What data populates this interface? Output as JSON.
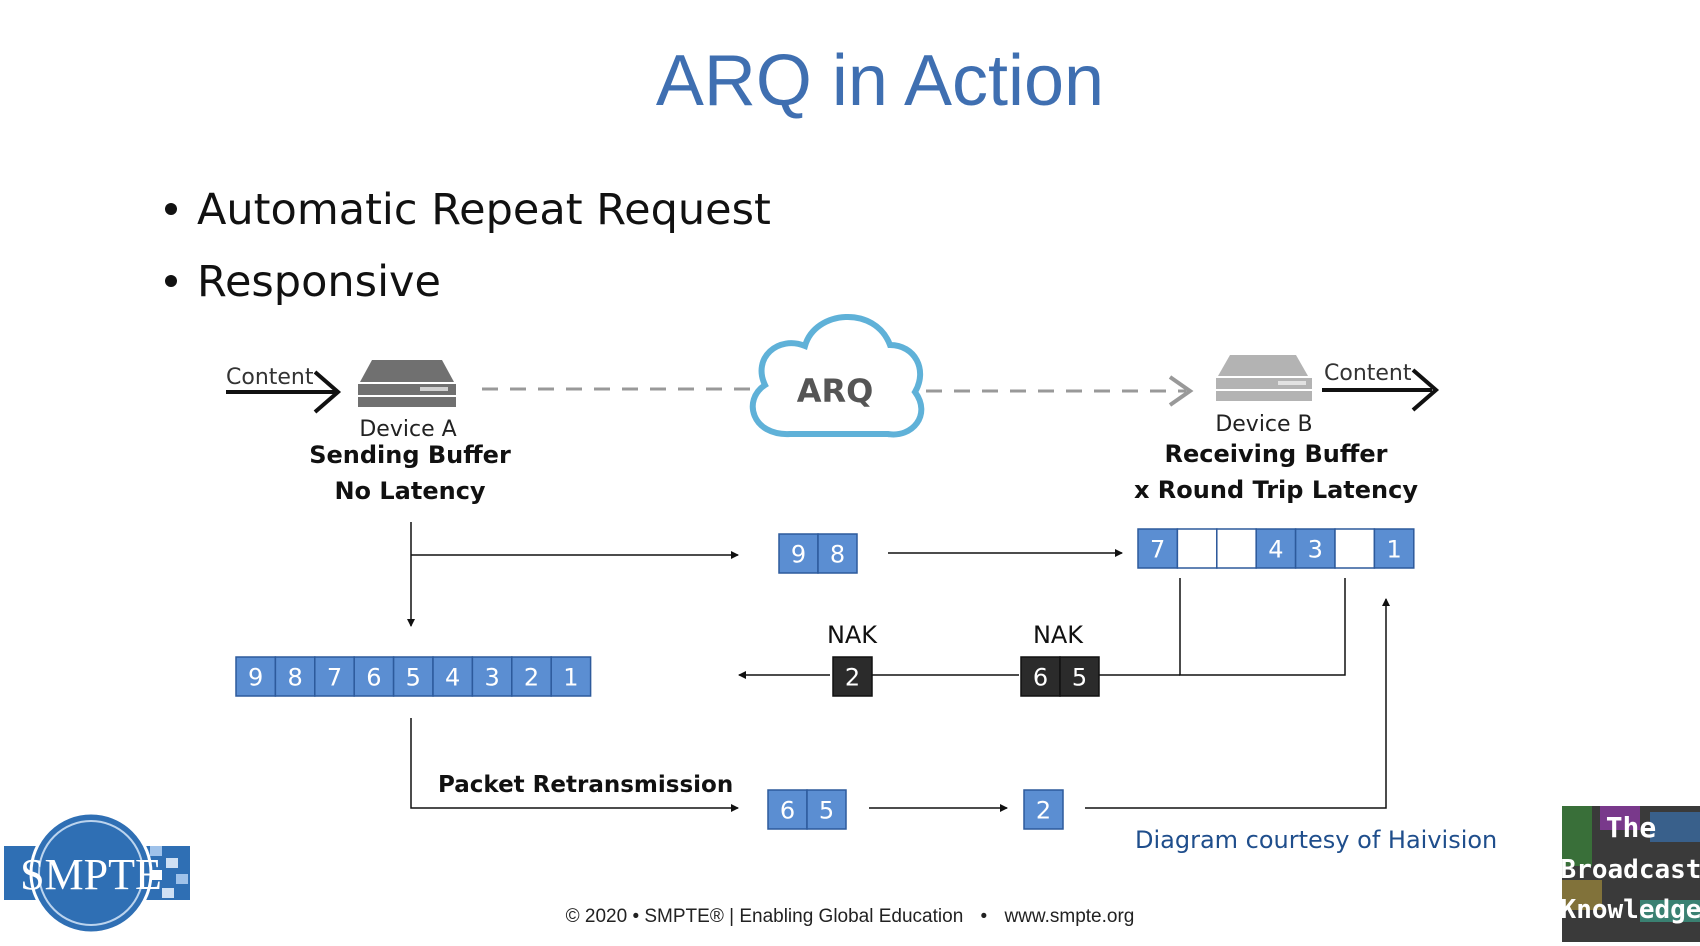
{
  "title": "ARQ in Action",
  "bullets": [
    "Automatic Repeat Request",
    "Responsive"
  ],
  "diagram": {
    "cloud_label": "ARQ",
    "content_in_label": "Content",
    "content_out_label": "Content",
    "device_a": {
      "name": "Device A",
      "line1": "Sending Buffer",
      "line2": "No Latency"
    },
    "device_b": {
      "name": "Device B",
      "line1": "Receiving Buffer",
      "line2": "x Round Trip Latency"
    },
    "sending_buffer": [
      "9",
      "8",
      "7",
      "6",
      "5",
      "4",
      "3",
      "2",
      "1"
    ],
    "in_flight_packets": [
      "9",
      "8"
    ],
    "receiving_buffer": [
      "7",
      "",
      "",
      "4",
      "3",
      "",
      "1"
    ],
    "nak_left": {
      "label": "NAK",
      "packets": [
        "2"
      ]
    },
    "nak_right": {
      "label": "NAK",
      "packets": [
        "6",
        "5"
      ]
    },
    "retransmission_label": "Packet Retransmission",
    "retransmit_packets_a": [
      "6",
      "5"
    ],
    "retransmit_packets_b": [
      "2"
    ],
    "colors": {
      "packet": "#5b8ed2",
      "packet_border": "#2d5a9c",
      "nak": "#2b2b2b",
      "cloud": "#5fb1d8",
      "title": "#3f6fb1"
    }
  },
  "courtesy": "Diagram courtesy of Haivision",
  "footer": {
    "copyright": "© 2020 • SMPTE® | Enabling Global Education",
    "separator": "•",
    "url": "www.smpte.org"
  },
  "logos": {
    "smpte": "SMPTE",
    "broadcast_lines": [
      "The",
      "Broadcast",
      "Knowledge"
    ]
  }
}
